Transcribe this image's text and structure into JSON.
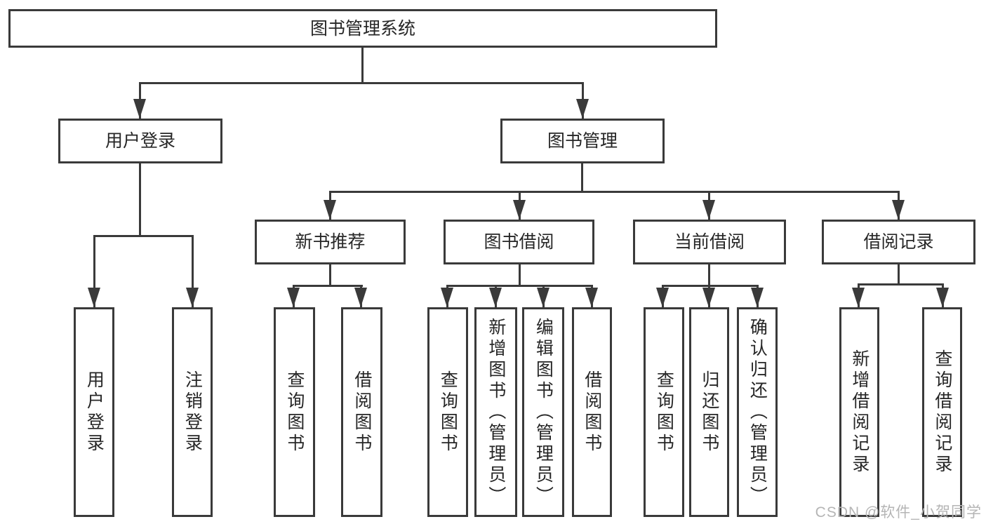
{
  "colors": {
    "line": "#3a3a3a",
    "text": "#262626",
    "watermark": "#b5b5b5",
    "background": "#ffffff"
  },
  "watermark": "CSDN @软件_小贺同学",
  "diagram": {
    "root": {
      "label": "图书管理系统"
    },
    "branches": [
      {
        "label": "用户登录",
        "children": [
          {
            "label": "用户登录"
          },
          {
            "label": "注销登录"
          }
        ]
      },
      {
        "label": "图书管理",
        "sections": [
          {
            "label": "新书推荐",
            "children": [
              {
                "label": "查询图书"
              },
              {
                "label": "借阅图书"
              }
            ]
          },
          {
            "label": "图书借阅",
            "children": [
              {
                "label": "查询图书"
              },
              {
                "label": "新增图书（管理员）"
              },
              {
                "label": "编辑图书（管理员）"
              },
              {
                "label": "借阅图书"
              }
            ]
          },
          {
            "label": "当前借阅",
            "children": [
              {
                "label": "查询图书"
              },
              {
                "label": "归还图书"
              },
              {
                "label": "确认归还（管理员）"
              }
            ]
          },
          {
            "label": "借阅记录",
            "children": [
              {
                "label": "新增借阅记录"
              },
              {
                "label": "查询借阅记录"
              }
            ]
          }
        ]
      }
    ]
  }
}
